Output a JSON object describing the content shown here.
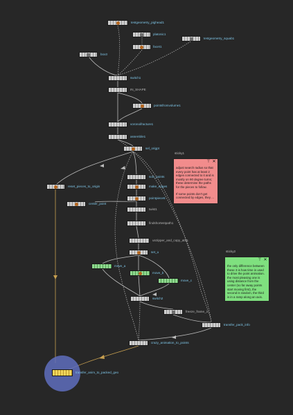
{
  "nodes": {
    "testgeometry_pighead1": "testgeometry_pighead1",
    "platonic1": "platonic1",
    "facet1": "facet1",
    "testgeometry_squab1": "testgeometry_squab1",
    "box3": "box3",
    "switch1": "switch1",
    "IN_SHAPE": "IN_SHAPE",
    "pointsfromvolume1": "pointsfromvolume1",
    "voronoifracture1": "voronoifracture1",
    "assemble1": "assemble1",
    "sel_origpt": "sel_origpt",
    "sort_points": "sort_points",
    "make_edges": "make_edges",
    "pointpiece5": "pointpiece5",
    "reset_pieces_to_origin": "reset_pieces_to_origin",
    "center_point": "center_point",
    "twist1": "twist1",
    "findshortestpath1": "findshortestpath1",
    "unzipper_and_copy_attrs": "unzipper_and_copy_attrs",
    "set_u": "set_u",
    "move_a": "move_a",
    "move_b": "move_b",
    "move_c": "move_c",
    "switch2": "switch2",
    "freeze_frame_1": "freeze_frame_1",
    "transfer_pack_info": "transfer_pack_info",
    "crazy_animation_to_points": "crazy_animation_to_points",
    "transfer_anim_to_packed_geo": "transfer_anim_to_packed_geo"
  },
  "sticky1": {
    "title": "sticky1",
    "p1": "adjust search radius so that every point has at least 2 edges connected to it and is mostly on 90 degree turns; these determine the paths for the pieces to follow.",
    "p2": "If some points don't get connected by edges, they ..."
  },
  "sticky2": {
    "title": "sticky2",
    "p1": "the only difference between these 3 is how time is used to drive the point animation. the most pleasing one is using distance from the center (so far away points start moving first), the second is random, the third is in a ramp along an axis."
  },
  "colors": {
    "background": "#272727",
    "label": "#7fc6e8",
    "sticky1": "#f28c8c",
    "sticky2": "#7fe07f",
    "wire": "#bdbdbd",
    "output_wire": "#c8a050",
    "output_halo": "#5f6ebe"
  }
}
